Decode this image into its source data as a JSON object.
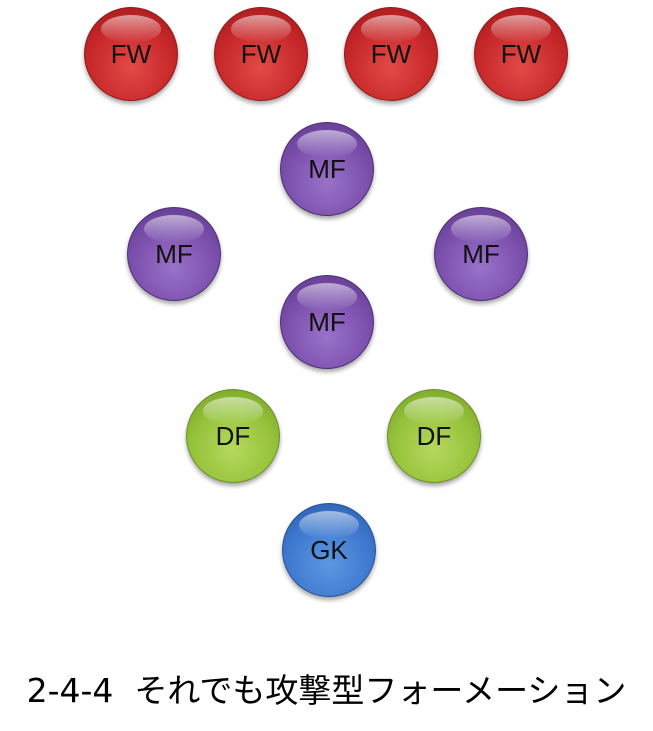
{
  "formation": {
    "forwards": [
      "FW",
      "FW",
      "FW",
      "FW"
    ],
    "midfielders": [
      "MF",
      "MF",
      "MF",
      "MF"
    ],
    "defenders": [
      "DF",
      "DF"
    ],
    "goalkeeper": "GK"
  },
  "caption": "2-4-4  それでも攻撃型フォーメーション",
  "colors": {
    "fw": "#c8282a",
    "mf": "#7b50ad",
    "df": "#95c23a",
    "gk": "#3f79cf"
  }
}
